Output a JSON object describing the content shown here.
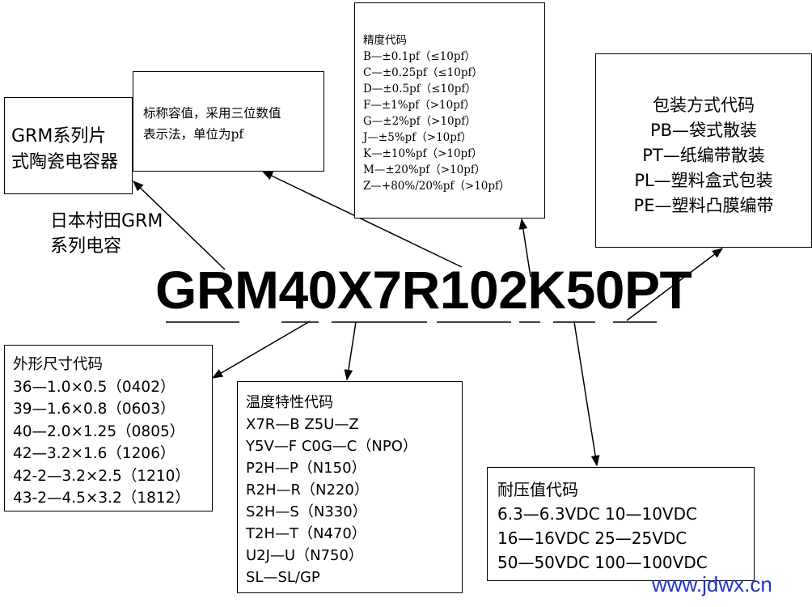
{
  "part_number": "GRM40X7R102K50PT",
  "murata": {
    "lines": [
      "日本村田GRM",
      "系列电容"
    ]
  },
  "grm_series": {
    "lines": [
      "GRM系列片",
      "式陶瓷电容器"
    ]
  },
  "capacitance": {
    "lines": [
      "标称容值，采用三位数值",
      "表示法，单位为pf"
    ]
  },
  "tolerance": {
    "title": "精度代码",
    "items": [
      "B—±0.1pf（≤10pf）",
      "C—±0.25pf（≤10pf）",
      "D—±0.5pf（≤10pf）",
      "F—±1%pf（>10pf）",
      "G—±2%pf（>10pf）",
      "J—±5%pf（>10pf）",
      "K—±10%pf（>10pf）",
      "M—±20%pf（>10pf）",
      "Z—+80%/20%pf（>10pf）"
    ]
  },
  "packaging": {
    "title": "包装方式代码",
    "items": [
      "PB—袋式散装",
      "PT—纸编带散装",
      "PL—塑料盒式包装",
      "PE—塑料凸膜编带"
    ]
  },
  "case_size": {
    "title": "外形尺寸代码",
    "items": [
      "36—1.0×0.5（0402）",
      "39—1.6×0.8（0603）",
      "40—2.0×1.25（0805）",
      "42—3.2×1.6（1206）",
      "42-2—3.2×2.5（1210）",
      "43-2—4.5×3.2（1812）"
    ]
  },
  "temperature": {
    "title": "温度特性代码",
    "items": [
      "X7R—B   Z5U—Z",
      "Y5V—F   C0G—C（NPO）",
      "P2H—P（N150）",
      "R2H—R（N220）",
      "S2H—S（N330）",
      "T2H—T（N470）",
      "U2J—U（N750）",
      "SL—SL/GP"
    ]
  },
  "voltage": {
    "title": "耐压值代码",
    "items": [
      "6.3—6.3VDC  10—10VDC",
      "16—16VDC  25—25VDC",
      "50—50VDC 100—100VDC"
    ]
  },
  "watermark": "www.jdwx.cn"
}
